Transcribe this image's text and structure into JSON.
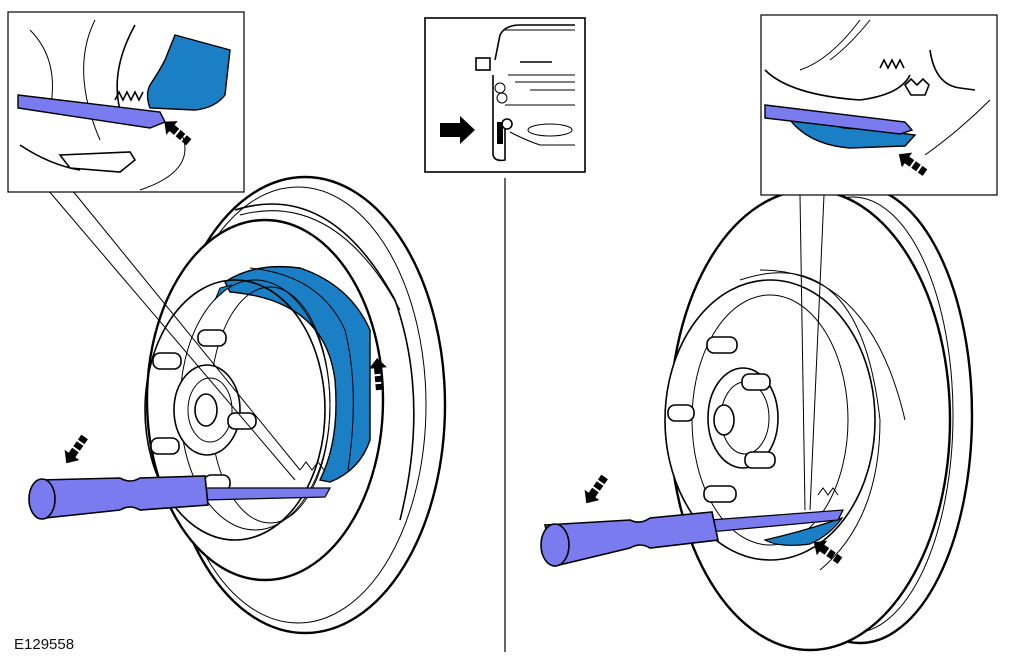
{
  "figure": {
    "id_label": "E129558",
    "type": "service-procedure-illustration",
    "colors": {
      "tool_purple": "#7b7bf0",
      "shoe_blue": "#1a7fc4",
      "line": "#000000",
      "background": "#ffffff"
    },
    "panels": [
      {
        "name": "left-procedure",
        "content": "screwdriver levering brake shoe adjuster, shoe moved upward"
      },
      {
        "name": "location-inset",
        "content": "rear of vehicle, arrow pointing to rear wheel"
      },
      {
        "name": "right-procedure",
        "content": "screwdriver levering brake shoe adjuster from below"
      }
    ],
    "arrows": [
      {
        "panel": "left-procedure",
        "direction": "down-left",
        "style": "dashed"
      },
      {
        "panel": "left-procedure",
        "direction": "up",
        "style": "dashed"
      },
      {
        "panel": "left-detail",
        "direction": "up-left",
        "style": "dashed"
      },
      {
        "panel": "location-inset",
        "direction": "right",
        "style": "solid"
      },
      {
        "panel": "right-procedure",
        "direction": "down-left",
        "style": "dashed"
      },
      {
        "panel": "right-procedure",
        "direction": "up-left",
        "style": "dashed"
      },
      {
        "panel": "right-detail",
        "direction": "up-left",
        "style": "dashed"
      }
    ]
  }
}
